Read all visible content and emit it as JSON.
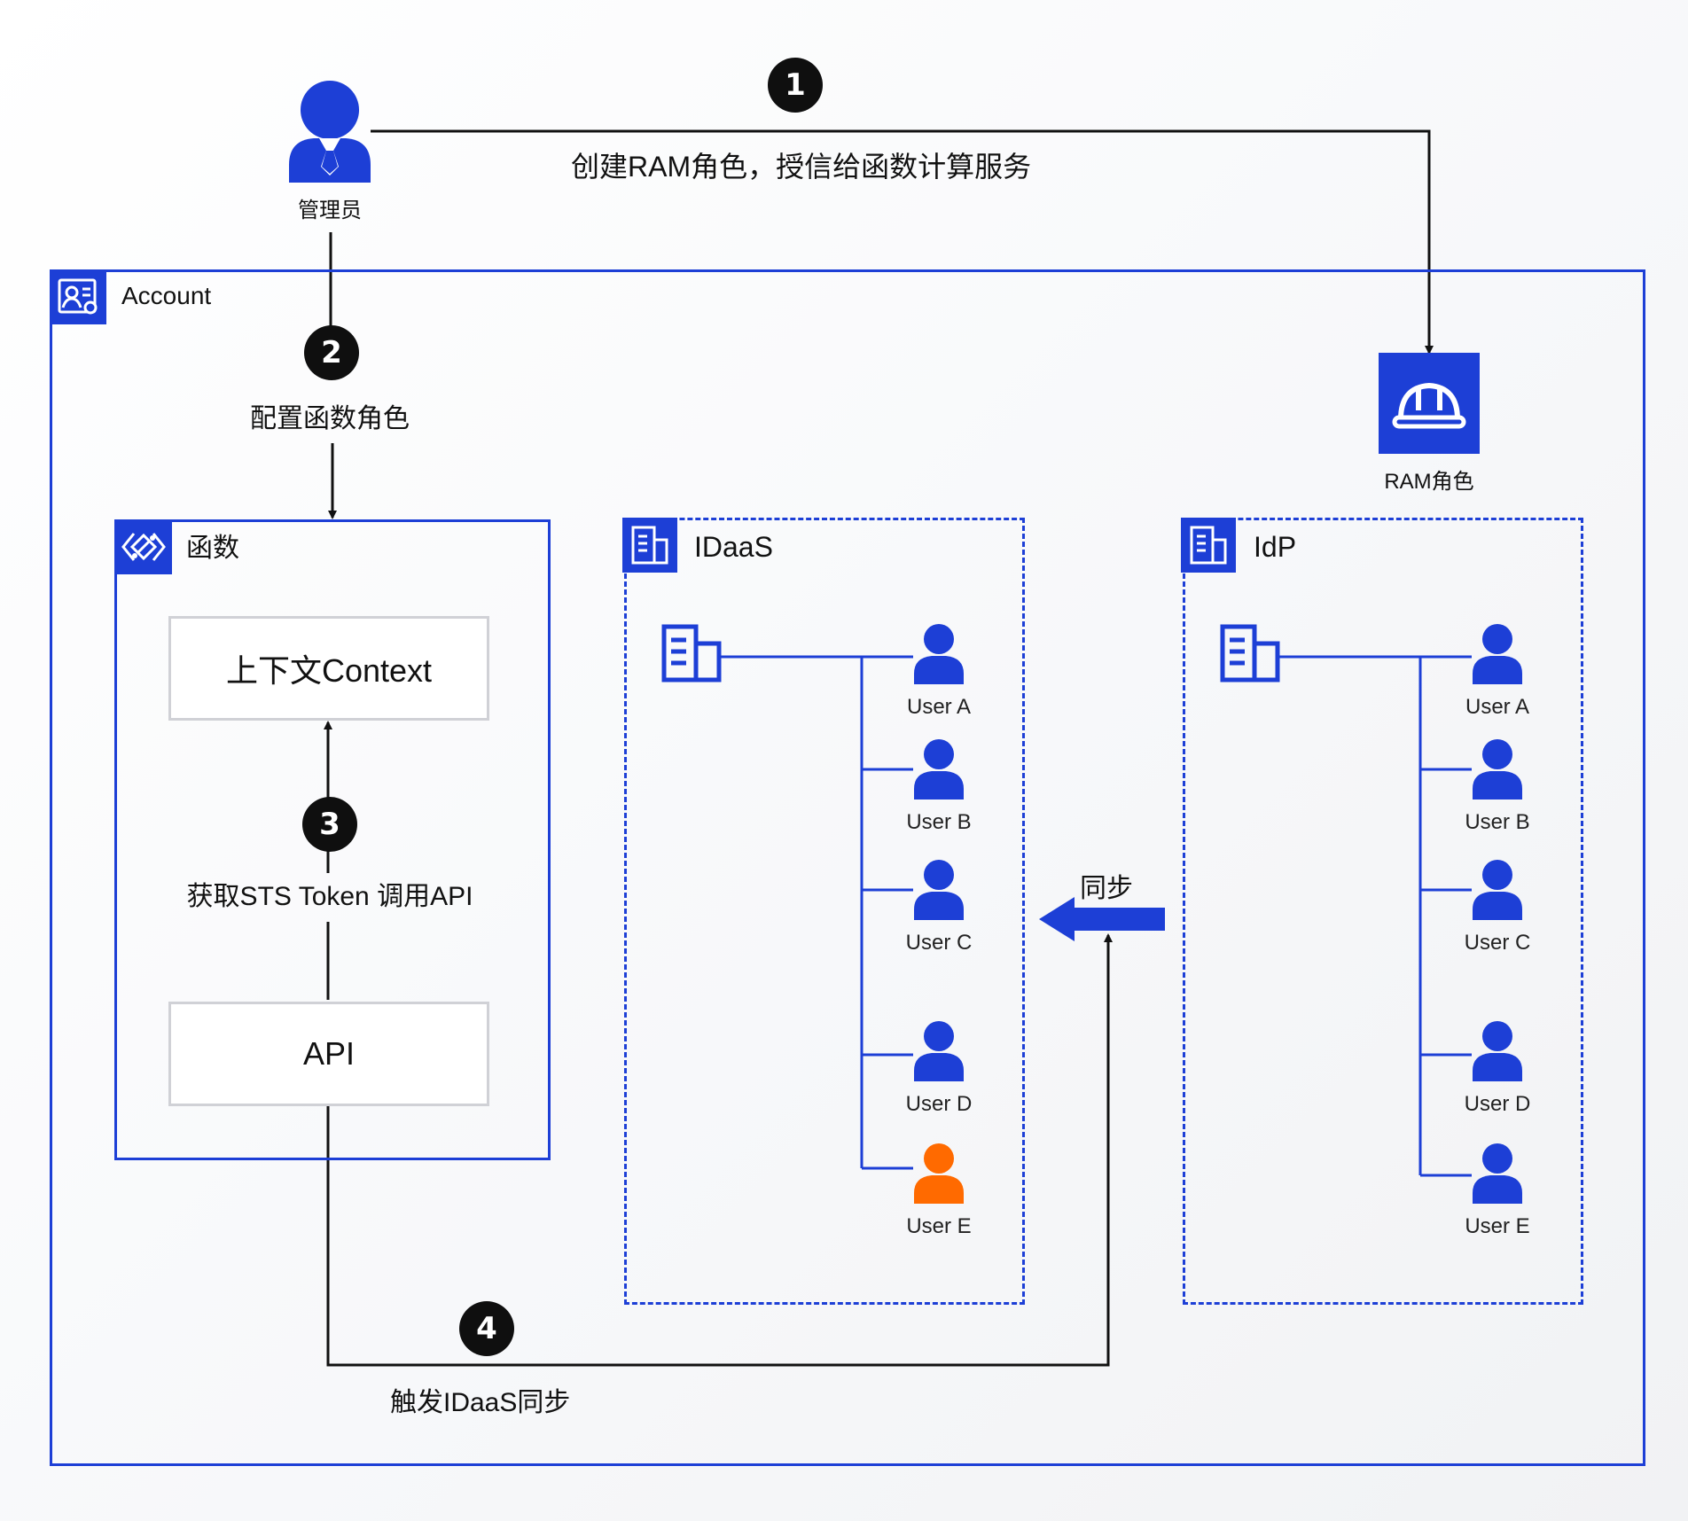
{
  "admin": {
    "label": "管理员"
  },
  "account": {
    "label": "Account"
  },
  "steps": [
    {
      "number": "1",
      "label": "创建RAM角色，授信给函数计算服务"
    },
    {
      "number": "2",
      "label": "配置函数角色"
    },
    {
      "number": "3",
      "label": "获取STS Token 调用API"
    },
    {
      "number": "4",
      "label": "触发IDaaS同步"
    }
  ],
  "ram_role": {
    "label": "RAM角色"
  },
  "function_panel": {
    "title": "函数",
    "context_box": "上下文Context",
    "api_box": "API"
  },
  "idaas_panel": {
    "title": "IDaaS",
    "users": [
      "User A",
      "User B",
      "User C",
      "User D",
      "User E"
    ]
  },
  "idp_panel": {
    "title": "IdP",
    "users": [
      "User A",
      "User B",
      "User C",
      "User D",
      "User E"
    ]
  },
  "sync": {
    "label": "同步"
  },
  "colors": {
    "brand_blue": "#1d3fd6",
    "highlight_user": "#ff6a00",
    "step_badge": "#0f0f0f"
  },
  "icons": {
    "account": "account-management-icon",
    "function": "function-compute-icon",
    "directory": "building-icon",
    "ram_role": "hard-hat-icon",
    "user": "person-icon",
    "admin": "admin-person-icon"
  }
}
